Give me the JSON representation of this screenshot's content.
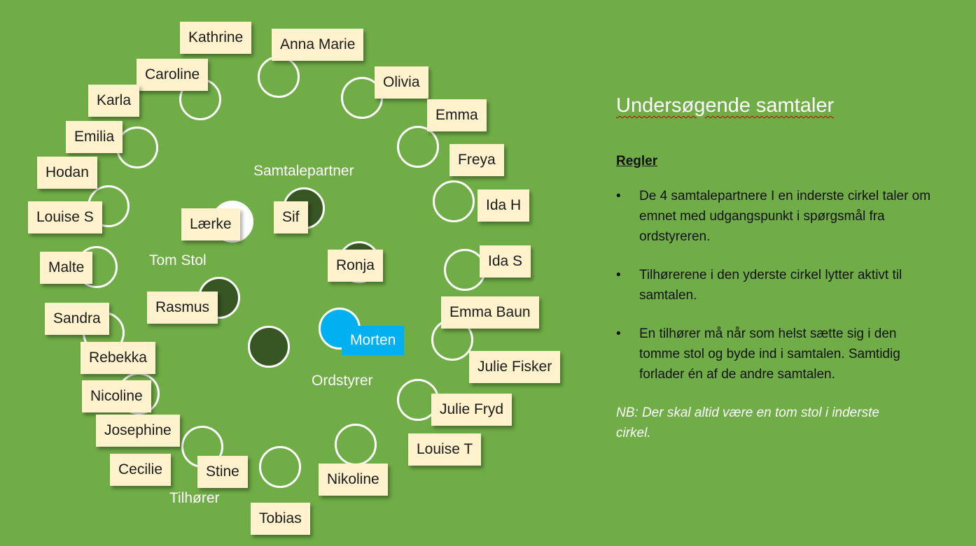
{
  "title": "Undersøgende samtaler",
  "rules_heading": "Regler",
  "rules": [
    "De 4 samtalepartnere I en inderste cirkel taler om emnet med udgangspunkt i spørgsmål fra ordstyreren.",
    "Tilhørerene i den yderste cirkel lytter aktivt til samtalen.",
    "En tilhører må når som helst sætte sig i den tomme stol og byde ind i samtalen. Samtidig forlader én af de andre samtalen."
  ],
  "rules_bullet": "•",
  "closing_note": "NB: Der skal altid være en tom stol i inderste cirkel.",
  "zone_labels": {
    "partners": "Samtalepartner",
    "empty_chair": "Tom Stol",
    "moderator": "Ordstyrer",
    "listeners": "Tilhører"
  },
  "moderator": "Morten",
  "partners": [
    "Sif",
    "Lærke",
    "Ronja",
    "Rasmus"
  ],
  "listeners": [
    "Kathrine",
    "Anna Marie",
    "Caroline",
    "Olivia",
    "Karla",
    "Emma",
    "Emilia",
    "Freya",
    "Hodan",
    "Ida H",
    "Louise S",
    "Malte",
    "Ida S",
    "Sandra",
    "Emma Baun",
    "Rebekka",
    "Julie Fisker",
    "Nicoline",
    "Julie Fryd",
    "Josephine",
    "Louise T",
    "Cecilie",
    "Stine",
    "Nikoline",
    "Tobias"
  ],
  "colors": {
    "background": "#70ad47",
    "note": "#fff2cc",
    "partner_seat": "#375623",
    "moderator": "#00b0f0",
    "seat_outline": "#ffffff"
  }
}
